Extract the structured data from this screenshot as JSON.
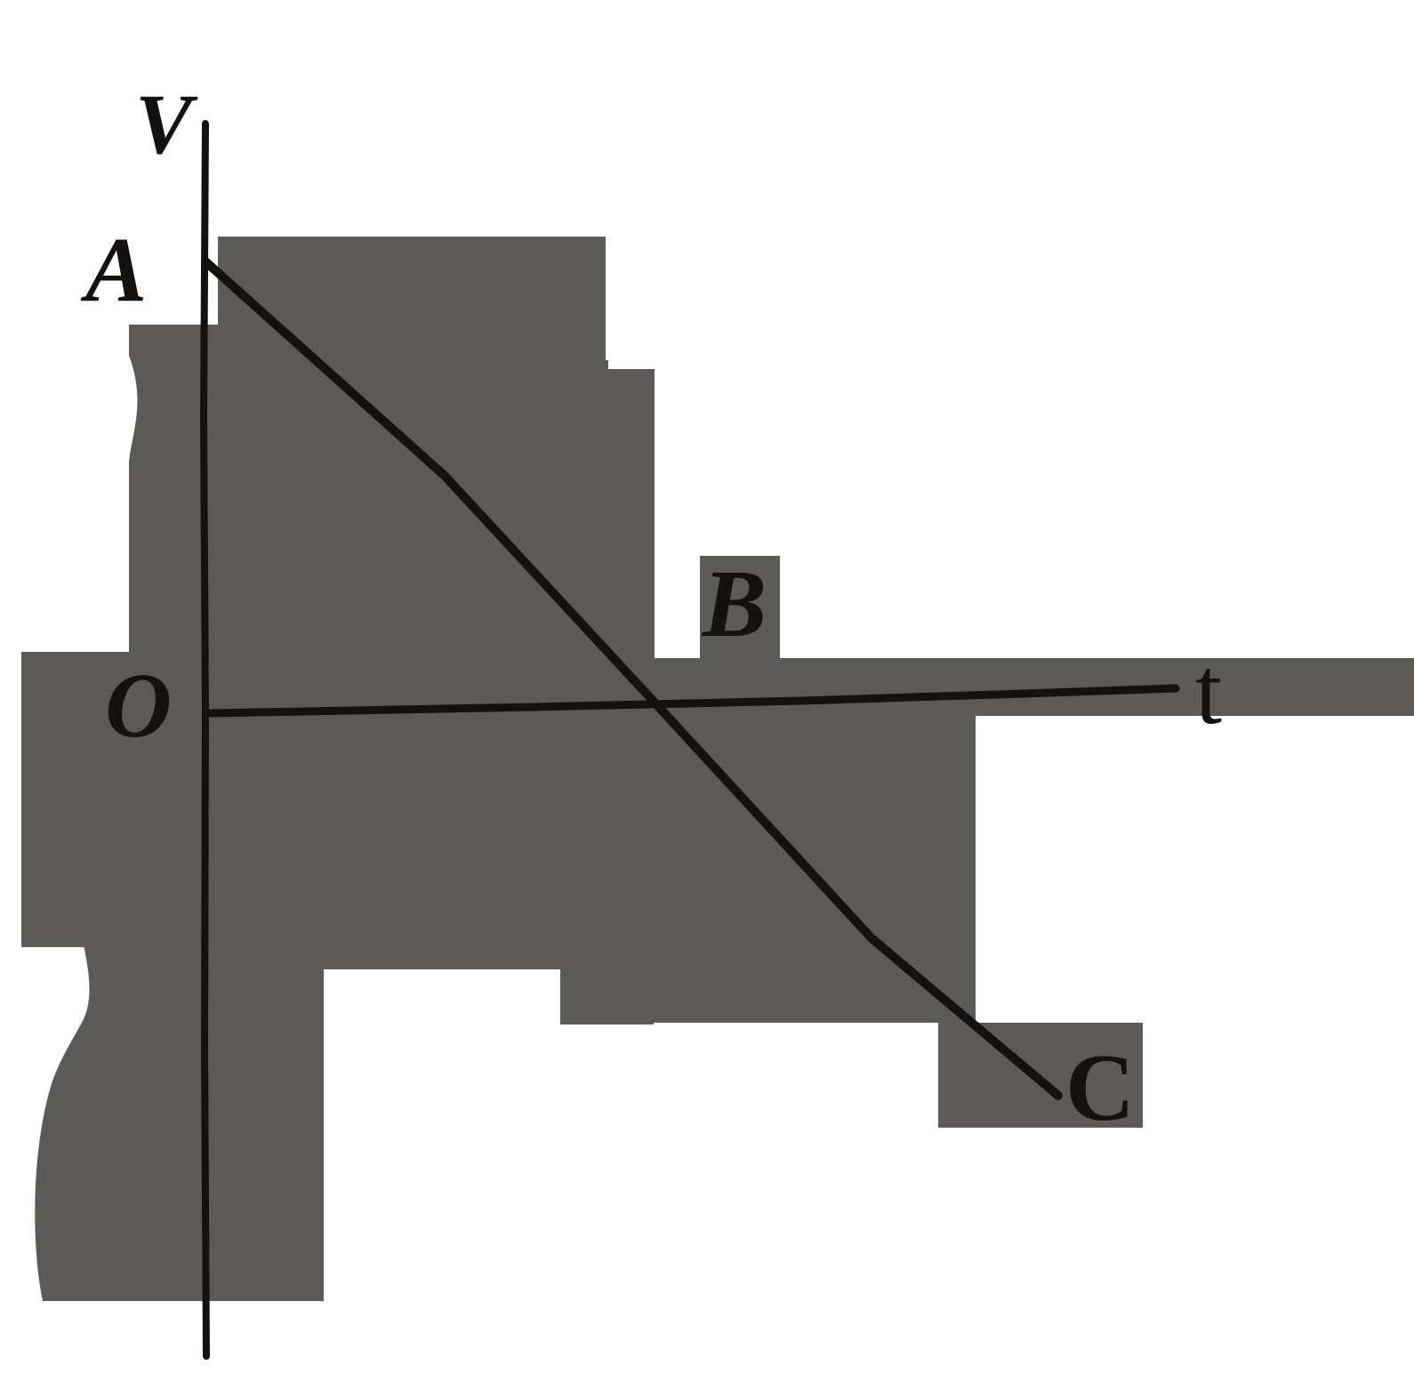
{
  "figure": {
    "kind": "velocity-time-graph",
    "description": "Hand-drawn velocity versus time graph with a straight line descending from point A on the positive V axis, crossing the t axis at B, and continuing to point C below the axis.",
    "background_color": "#ffffff",
    "mask_color": "#5b5a56",
    "ink_color": "#151110",
    "labels": {
      "v_axis": "V",
      "t_axis": "t",
      "origin": "O",
      "point_a": "A",
      "point_b": "B",
      "point_c": "C"
    }
  },
  "chart_data": {
    "type": "line",
    "title": "",
    "xlabel": "t",
    "ylabel": "V",
    "grid": false,
    "legend": null,
    "axes": {
      "origin_label": "O",
      "x_axis_label": "t",
      "y_axis_label": "V",
      "x_range_shown": [
        0,
        1
      ],
      "y_range_shown": [
        -0.62,
        1
      ],
      "ticks": []
    },
    "series": [
      {
        "name": "velocity",
        "points": [
          {
            "label": "A",
            "x": 0.0,
            "y": 1.0
          },
          {
            "label": "B",
            "x": 0.47,
            "y": 0.0
          },
          {
            "label": "C",
            "x": 0.88,
            "y": -0.88
          }
        ],
        "annotations": [
          "A",
          "B",
          "C"
        ]
      }
    ],
    "notes": "Uniformly decelerating motion: velocity falls linearly from a positive value at A, reaches zero at B, then becomes negative through C."
  }
}
